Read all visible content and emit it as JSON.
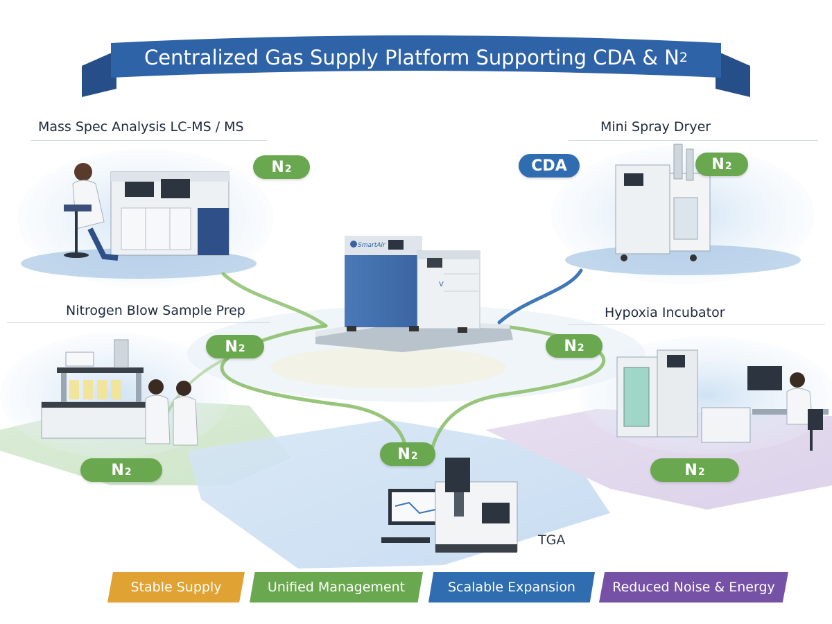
{
  "banner": {
    "title_main": "Centralized Gas Supply Platform Supporting CDA & N",
    "title_sub": "2"
  },
  "stations": {
    "lcms": {
      "label": "Mass Spec Analysis LC-MS / MS"
    },
    "dryer": {
      "label": "Mini Spray Dryer"
    },
    "nitrogen_blow": {
      "label": "Nitrogen Blow Sample Prep"
    },
    "hypoxia": {
      "label": "Hypoxia Incubator"
    },
    "tga": {
      "label": "TGA"
    }
  },
  "badges": {
    "n2_main": "N",
    "n2_sub": "2",
    "cda": "CDA"
  },
  "generator": {
    "brand_text": "SmartAir"
  },
  "tags": [
    {
      "label": "Stable Supply",
      "color": "#e0a232"
    },
    {
      "label": "Unified Management",
      "color": "#6aa84f"
    },
    {
      "label": "Scalable Expansion",
      "color": "#2f6db0"
    },
    {
      "label": "Reduced Noise & Energy",
      "color": "#7652a6"
    }
  ],
  "colors": {
    "n2": "#6aa84f",
    "cda": "#2f6db0",
    "banner": "#2f63a8"
  }
}
